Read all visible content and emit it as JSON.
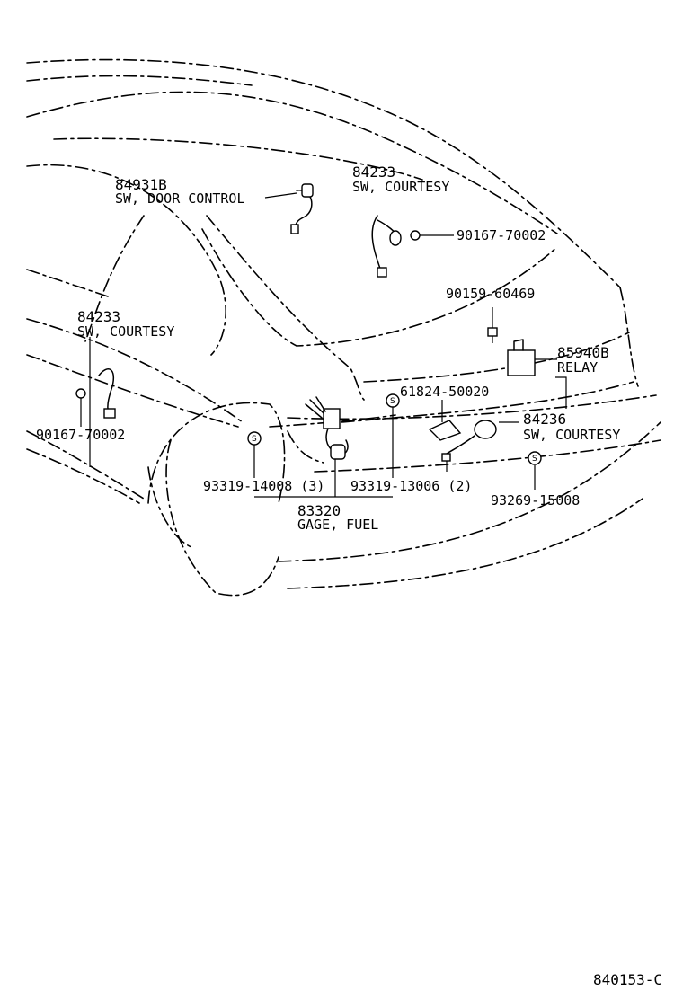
{
  "callouts": [
    {
      "id": "p84931B",
      "number": "84931B",
      "name": "SW, DOOR CONTROL"
    },
    {
      "id": "p84233a",
      "number": "84233",
      "name": "SW, COURTESY"
    },
    {
      "id": "p84233b",
      "number": "84233",
      "name": "SW, COURTESY"
    },
    {
      "id": "p85940B",
      "number": "85940B",
      "name": "RELAY"
    },
    {
      "id": "p84236",
      "number": "84236",
      "name": "SW, COURTESY"
    },
    {
      "id": "p83320",
      "number": "83320",
      "name": "GAGE, FUEL"
    }
  ],
  "part_numbers": {
    "bolt_top": "90167-70002",
    "bolt_mid": "90159-60469",
    "bolt_left": "90167-70002",
    "plate": "61824-50020",
    "screw_a": "93319-14008 (3)",
    "screw_b": "93319-13006 (2)",
    "screw_c": "93269-15008"
  },
  "screw_symbol": "S",
  "diagram_code": "840153-C"
}
